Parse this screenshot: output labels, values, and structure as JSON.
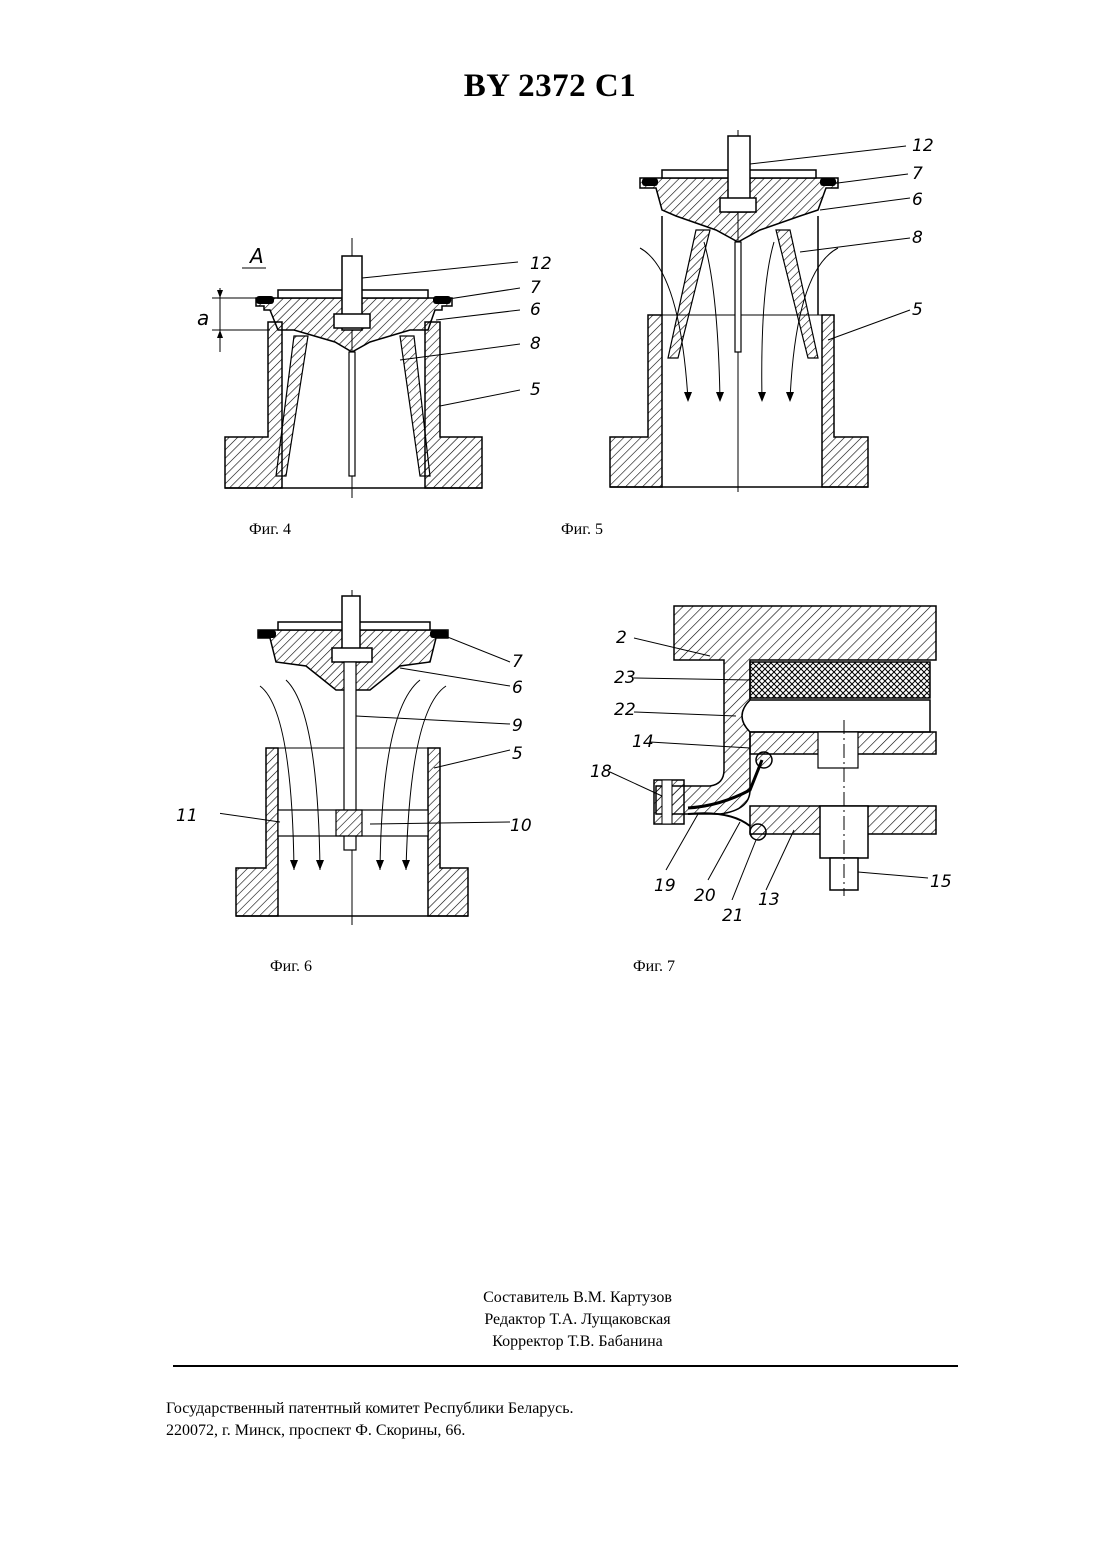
{
  "header": {
    "doc_number": "BY 2372 C1"
  },
  "figures": {
    "fig4": {
      "caption": "Фиг. 4",
      "view_label": "A",
      "dim_label": "a",
      "labels": [
        "12",
        "7",
        "6",
        "8",
        "5"
      ]
    },
    "fig5": {
      "caption": "Фиг. 5",
      "labels": [
        "12",
        "7",
        "6",
        "8",
        "5"
      ]
    },
    "fig6": {
      "caption": "Фиг. 6",
      "labels": [
        "7",
        "6",
        "9",
        "5",
        "11",
        "10"
      ]
    },
    "fig7": {
      "caption": "Фиг. 7",
      "labels": [
        "2",
        "23",
        "22",
        "14",
        "18",
        "19",
        "20",
        "21",
        "13",
        "15"
      ]
    }
  },
  "credits": {
    "compiler": "Составитель В.М. Картузов",
    "editor": "Редактор Т.А. Лущаковская",
    "proofreader": "Корректор Т.В. Бабанина"
  },
  "footer": {
    "org": "Государственный патентный комитет Республики Беларусь.",
    "address": "220072, г. Минск, проспект Ф. Скорины, 66."
  }
}
